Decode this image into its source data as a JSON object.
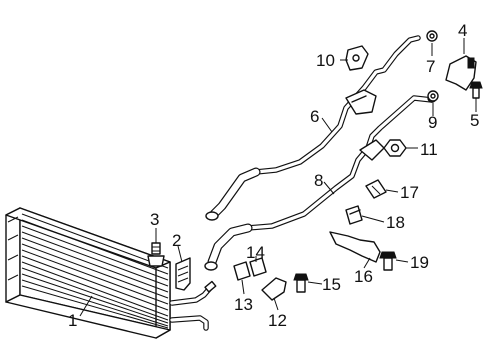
{
  "callouts": [
    {
      "id": "c1",
      "text": "1"
    },
    {
      "id": "c2",
      "text": "2"
    },
    {
      "id": "c3",
      "text": "3"
    },
    {
      "id": "c4",
      "text": "4"
    },
    {
      "id": "c5",
      "text": "5"
    },
    {
      "id": "c6",
      "text": "6"
    },
    {
      "id": "c7",
      "text": "7"
    },
    {
      "id": "c8",
      "text": "8"
    },
    {
      "id": "c9",
      "text": "9"
    },
    {
      "id": "c10",
      "text": "10"
    },
    {
      "id": "c11",
      "text": "11"
    },
    {
      "id": "c12",
      "text": "12"
    },
    {
      "id": "c13",
      "text": "13"
    },
    {
      "id": "c14",
      "text": "14"
    },
    {
      "id": "c15",
      "text": "15"
    },
    {
      "id": "c16",
      "text": "16"
    },
    {
      "id": "c17",
      "text": "17"
    },
    {
      "id": "c18",
      "text": "18"
    },
    {
      "id": "c19",
      "text": "19"
    }
  ]
}
